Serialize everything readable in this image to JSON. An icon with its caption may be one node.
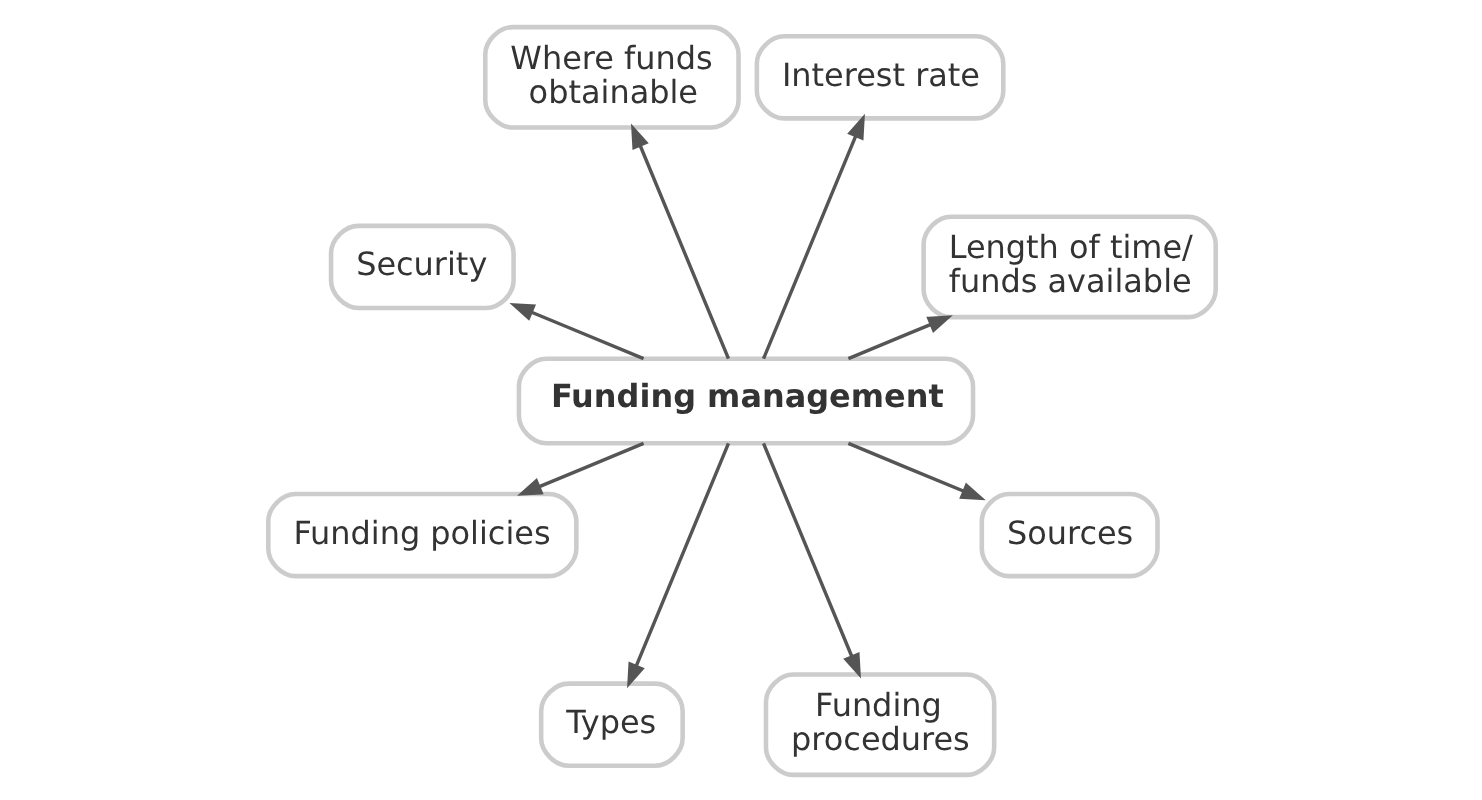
{
  "diagram": {
    "nodes": [
      {
        "text": [
          "Length of time/ funds available"
        ]
      },
      {
        "text": [
          "Interest rate"
        ]
      },
      {
        "text": [
          "Where funds obtainable"
        ]
      },
      {
        "text": [
          "Security"
        ]
      },
      {
        "text": [
          "Funding management"
        ]
      },
      {
        "text": [
          "Funding policies"
        ]
      },
      {
        "text": [
          "Types"
        ]
      },
      {
        "text": [
          "Funding procedures"
        ]
      },
      {
        "text": [
          "Sources"
        ]
      }
    ],
    "edges": [
      {
        "from": 4,
        "to": 0,
        "arrow": "to"
      },
      {
        "from": 4,
        "to": 1,
        "arrow": "to"
      },
      {
        "from": 4,
        "to": 2,
        "arrow": "to"
      },
      {
        "from": 4,
        "to": 3,
        "arrow": "to"
      },
      {
        "from": 4,
        "to": 5,
        "arrow": "to"
      },
      {
        "from": 4,
        "to": 6,
        "arrow": "to"
      },
      {
        "from": 4,
        "to": 7,
        "arrow": "to"
      },
      {
        "from": 4,
        "to": 8,
        "arrow": "to"
      }
    ]
  }
}
